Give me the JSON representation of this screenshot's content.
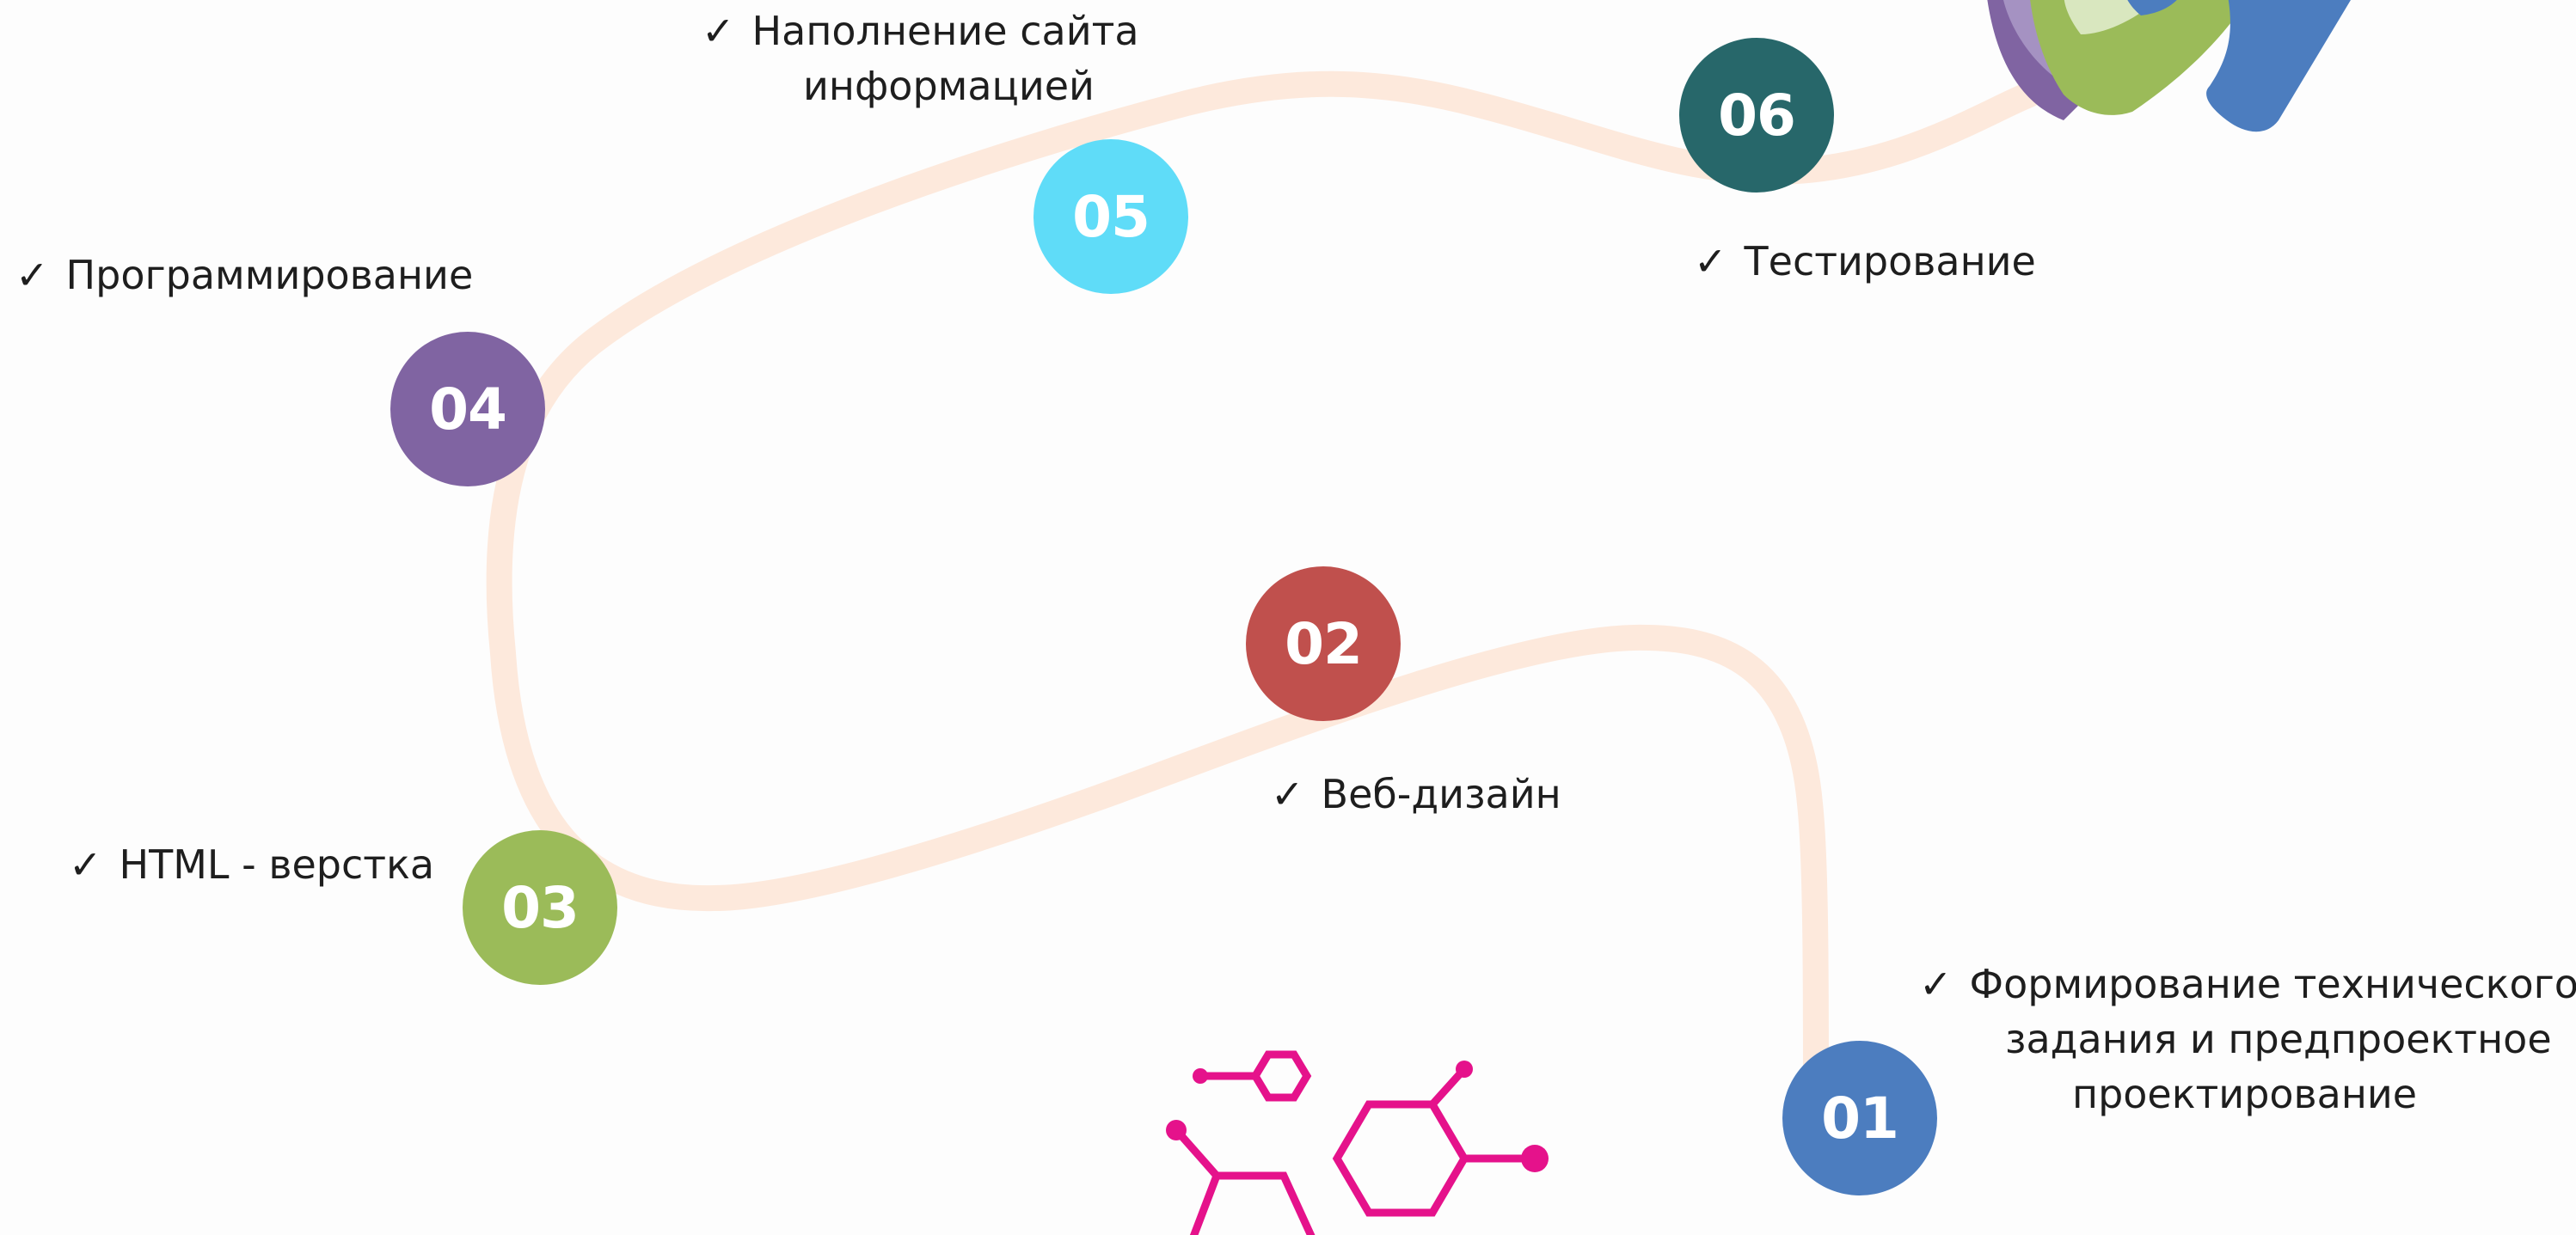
{
  "colors": {
    "path": "#fde9dc",
    "step01": "#4c7dbf",
    "step02": "#c0504d",
    "step03": "#9bbb59",
    "step04": "#8064a2",
    "step05": "#5fdcf8",
    "step06": "#27676a",
    "decoration_magenta": "#e5128b",
    "text": "#1e1e1e"
  },
  "check_symbol": "✓",
  "steps": [
    {
      "number": "01",
      "label_lines": [
        "Формирование технического",
        "задания и предпроектное",
        "проектирование"
      ]
    },
    {
      "number": "02",
      "label_lines": [
        "Веб-дизайн"
      ]
    },
    {
      "number": "03",
      "label_lines": [
        "HTML - верстка"
      ]
    },
    {
      "number": "04",
      "label_lines": [
        "Программирование"
      ]
    },
    {
      "number": "05",
      "label_lines": [
        "Наполнение сайта",
        "информацией"
      ]
    },
    {
      "number": "06",
      "label_lines": [
        "Тестирование"
      ]
    }
  ],
  "icons": {
    "top_right": "wrapped-ribbons-decoration-icon",
    "bottom": "hexagon-molecule-decoration-icon"
  }
}
